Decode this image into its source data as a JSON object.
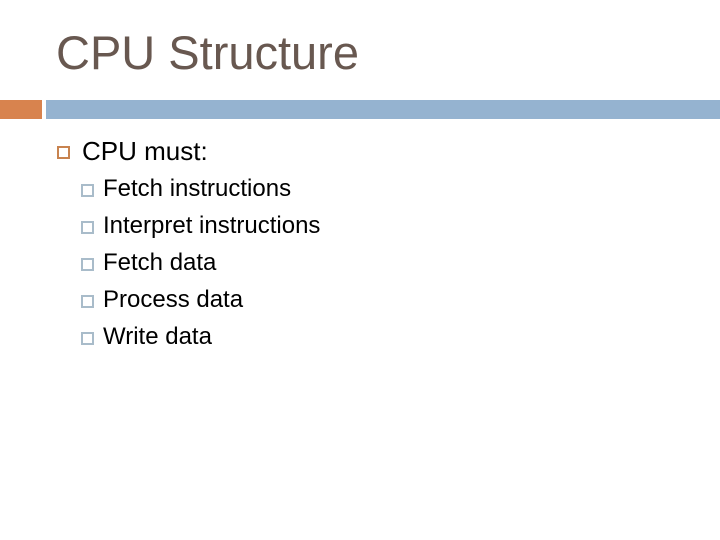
{
  "slide": {
    "title": "CPU Structure",
    "colors": {
      "title": "#685850",
      "body": "#000000",
      "bar_orange": "#D8834E",
      "bar_blue": "#95B3D0",
      "bullet_level1_border": "#C8834F",
      "bullet_level2_border": "#A9BCCA",
      "background": "#FFFFFF"
    },
    "bullets": {
      "level1": "CPU must:",
      "level2": [
        "Fetch instructions",
        "Interpret instructions",
        "Fetch data",
        "Process data",
        "Write data"
      ]
    }
  }
}
